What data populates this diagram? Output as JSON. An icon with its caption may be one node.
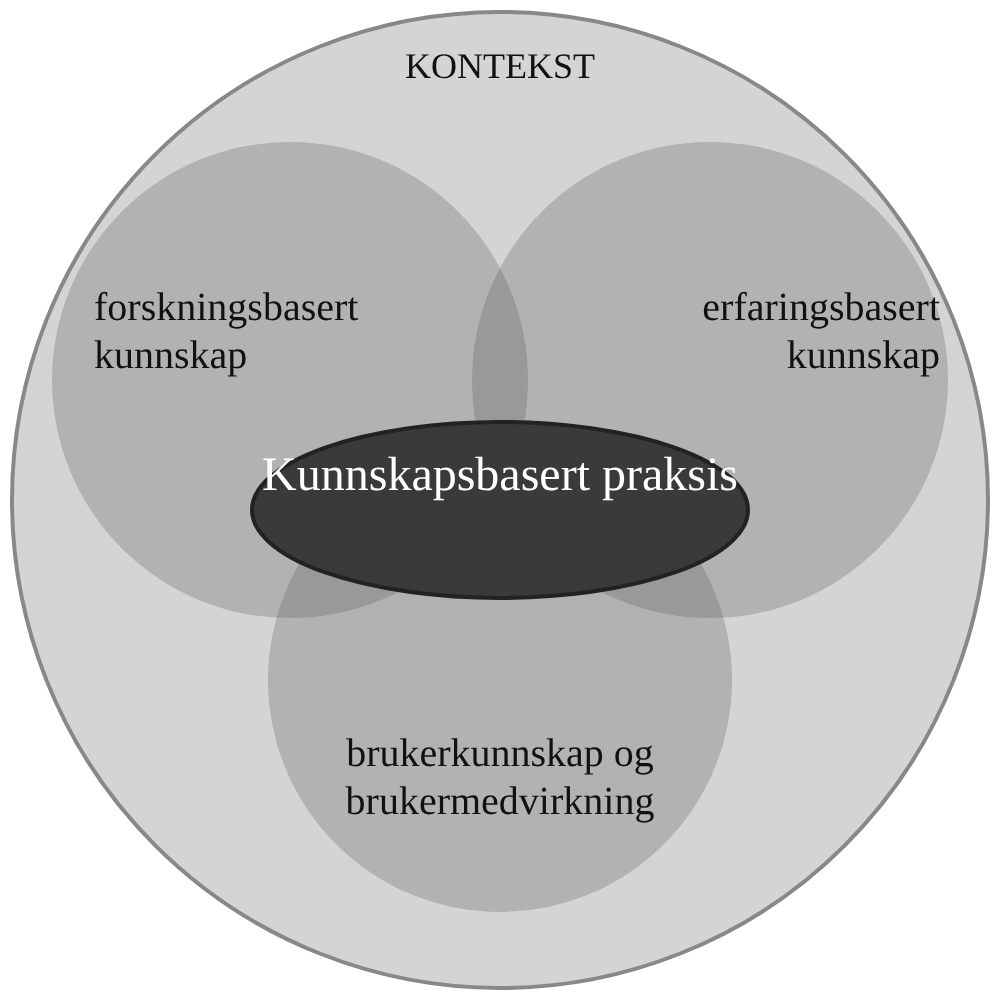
{
  "diagram": {
    "nodes": [
      {
        "text": [
          "KONTEKST"
        ]
      },
      {
        "text": [
          "forskningsbasert kunnskap"
        ],
        "in": 0
      },
      {
        "text": [
          "erfaringsbasert kunnskap"
        ],
        "in": 0
      },
      {
        "text": [
          "brukerkunnskap og brukermedvirkning"
        ],
        "in": 0
      },
      {
        "text": [
          "Kunnskapsbasert praksis"
        ],
        "in": 0
      }
    ],
    "edges": []
  }
}
